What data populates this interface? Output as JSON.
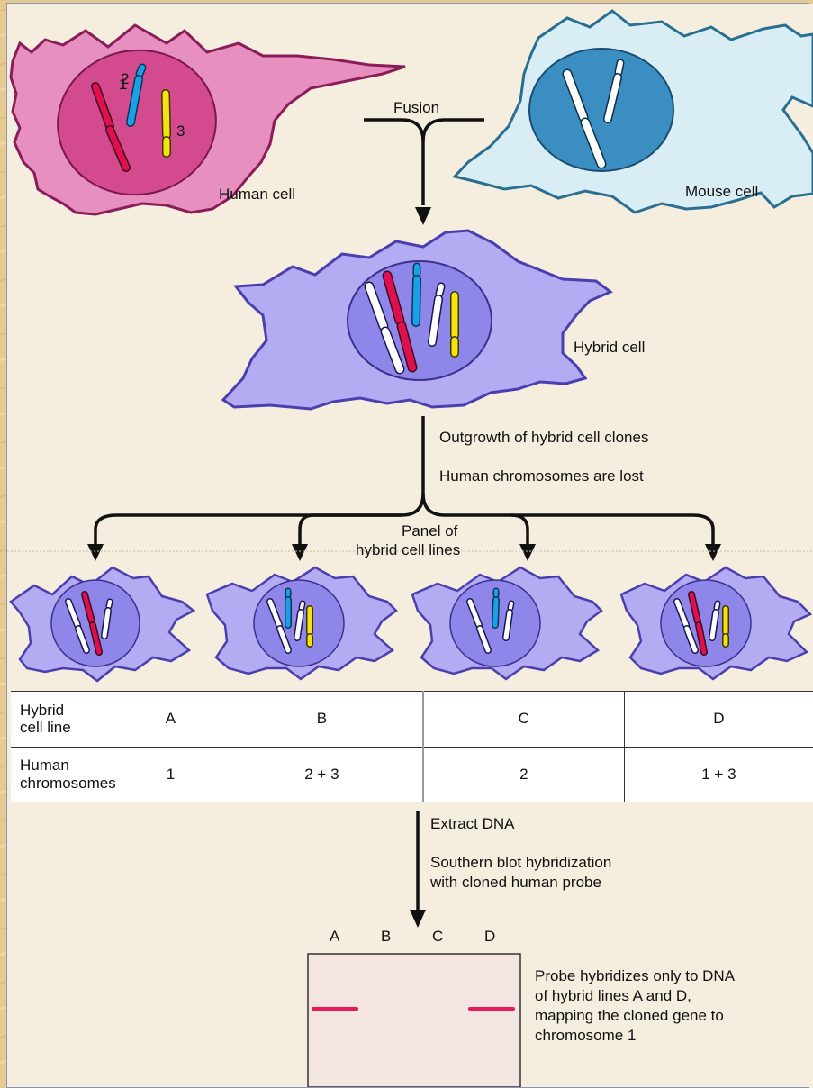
{
  "top": {
    "human_cell_label": "Human cell",
    "mouse_cell_label": "Mouse cell",
    "fusion_label": "Fusion",
    "chromosome_numbers": [
      "1",
      "2",
      "3"
    ]
  },
  "hybrid": {
    "label": "Hybrid cell",
    "outgrowth_text": "Outgrowth of hybrid cell clones",
    "lost_text": "Human chromosomes are lost",
    "panel_title_line1": "Panel of",
    "panel_title_line2": "hybrid cell lines"
  },
  "table": {
    "row1_header_line1": "Hybrid",
    "row1_header_line2": "cell line",
    "row2_header_line1": "Human",
    "row2_header_line2": "chromosomes",
    "cell_lines": [
      "A",
      "B",
      "C",
      "D"
    ],
    "human_chromosomes": [
      "1",
      "2 + 3",
      "2",
      "1 + 3"
    ]
  },
  "steps": {
    "extract": "Extract DNA",
    "southern_line1": "Southern blot hybridization",
    "southern_line2": "with cloned human probe"
  },
  "blot": {
    "lanes": [
      "A",
      "B",
      "C",
      "D"
    ],
    "hybridized": [
      true,
      false,
      false,
      true
    ],
    "conclusion_line1": "Probe hybridizes only to DNA",
    "conclusion_line2": "of hybrid lines A and D,",
    "conclusion_line3": "mapping the cloned gene to",
    "conclusion_line4": "chromosome 1"
  },
  "colors": {
    "background": "#e6c98e",
    "panel": "#f5eedf",
    "human_cell": "#e78fbf",
    "human_nucleus": "#d34b8e",
    "mouse_cell": "#d9eef4",
    "mouse_nucleus": "#3b8ec1",
    "hybrid_cell": "#b3acf2",
    "hybrid_nucleus": "#8f86e9",
    "chromosome_1": "#e0104e",
    "chromosome_2": "#1aa0e6",
    "chromosome_3": "#f5e20f",
    "band": "#e8195a"
  }
}
